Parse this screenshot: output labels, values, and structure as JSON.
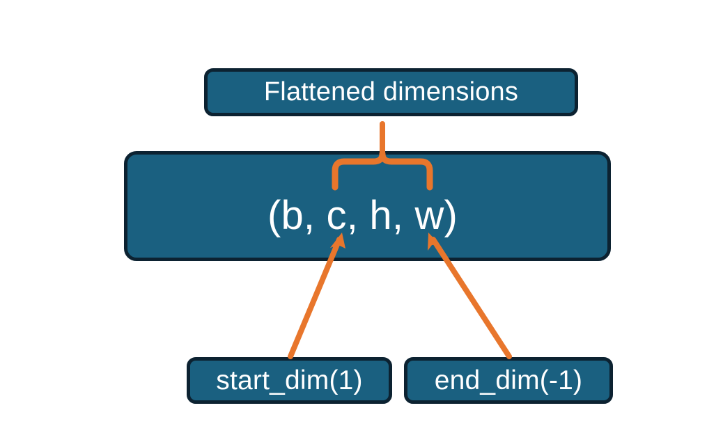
{
  "diagram": {
    "title_node": {
      "label": "Flattened dimensions"
    },
    "shape_node": {
      "label": "(b, c, h, w)"
    },
    "start_node": {
      "label": "start_dim(1)"
    },
    "end_node": {
      "label": "end_dim(-1)"
    },
    "colors": {
      "node_fill": "#1a6080",
      "node_border": "#0c2231",
      "node_text": "#ffffff",
      "annotation": "#e8762c",
      "background": "#ffffff"
    },
    "annotations": {
      "brace_label": "curly-brace-spanning-c-h-w",
      "arrow_start_label": "arrow-start-dim-to-c",
      "arrow_end_label": "arrow-end-dim-to-w"
    }
  }
}
